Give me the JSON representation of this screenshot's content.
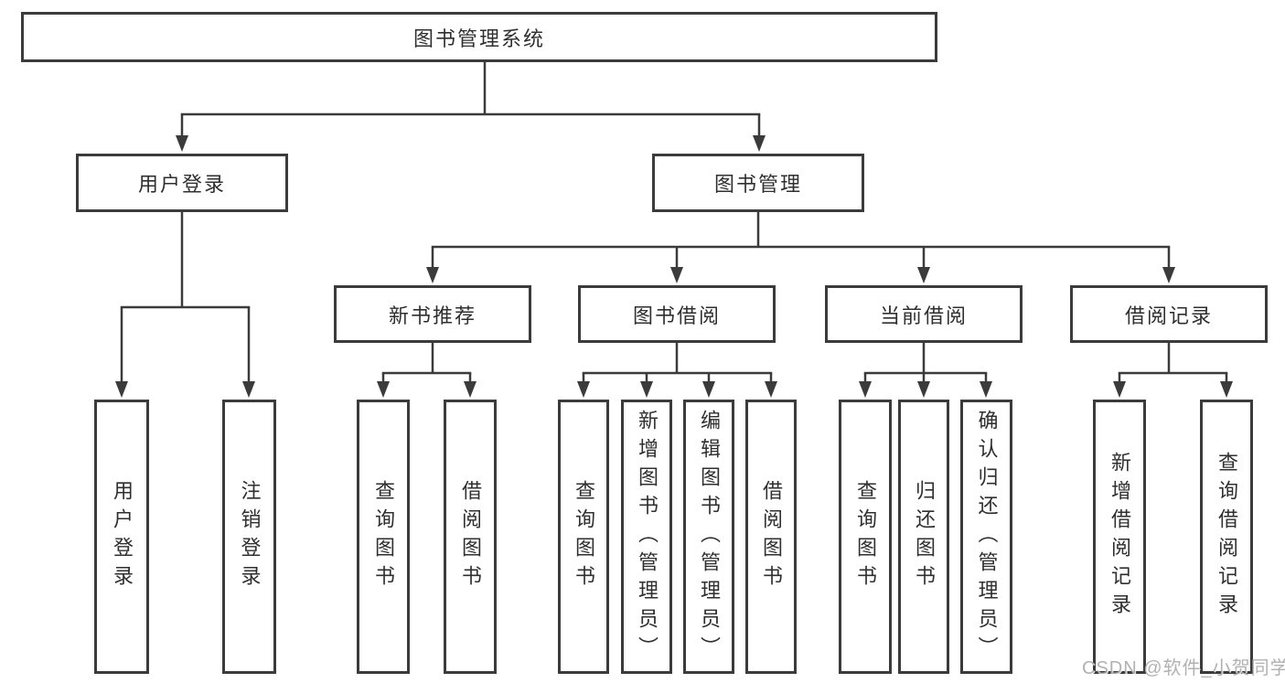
{
  "tree": {
    "label": "图书管理系统",
    "children": [
      {
        "label": "用户登录",
        "children": [
          {
            "label": "用户登录"
          },
          {
            "label": "注销登录"
          }
        ]
      },
      {
        "label": "图书管理",
        "children": [
          {
            "label": "新书推荐",
            "children": [
              {
                "label": "查询图书"
              },
              {
                "label": "借阅图书"
              }
            ]
          },
          {
            "label": "图书借阅",
            "children": [
              {
                "label": "查询图书"
              },
              {
                "label": "新增图书（管理员）"
              },
              {
                "label": "编辑图书（管理员）"
              },
              {
                "label": "借阅图书"
              }
            ]
          },
          {
            "label": "当前借阅",
            "children": [
              {
                "label": "查询图书"
              },
              {
                "label": "归还图书"
              },
              {
                "label": "确认归还（管理员）"
              }
            ]
          },
          {
            "label": "借阅记录",
            "children": [
              {
                "label": "新增借阅记录"
              },
              {
                "label": "查询借阅记录"
              }
            ]
          }
        ]
      }
    ]
  },
  "watermark": {
    "text": "CSDN @软件_小贺同学"
  },
  "colors": {
    "line": "#3b3b3b",
    "text": "#2f2f2f",
    "box_background": "#ffffff",
    "watermark": "#a8a8a8"
  }
}
